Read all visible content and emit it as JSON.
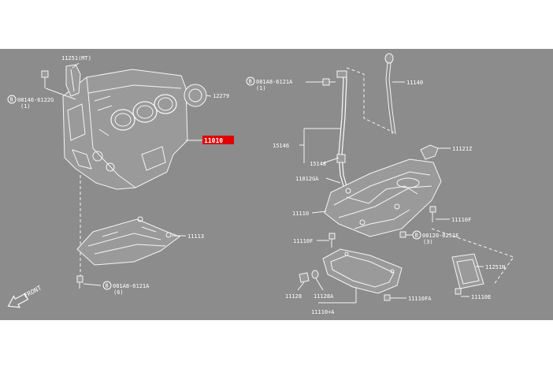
{
  "diagram": {
    "highlight_color": "#e00000",
    "panel_color": "#8c8c8c",
    "labels": {
      "p11251mt": "11251(MT)",
      "b0814": "08146-6122G",
      "b0814_qty": "(1)",
      "p12279": "12279",
      "p11010": "11010",
      "p11113": "11113",
      "b081a8_low": "081A8-6121A",
      "b081a8_low_qty": "(6)",
      "front": "FRONT",
      "b081a8_top": "081A8-6121A",
      "b081a8_top_qty": "(1)",
      "p11140": "11140",
      "p15146": "15146",
      "p15148": "15148",
      "p11012ga": "11012GA",
      "p11121z": "11121Z",
      "p11110": "11110",
      "p11110f_a": "11110F",
      "p11110f_b": "11110F",
      "b08120": "08120-8251E",
      "b08120_qty": "(3)",
      "p11251n": "11251N",
      "p11128": "11128",
      "p11128a": "11128A",
      "p11110a": "11110+A",
      "p11110fa": "11110FA",
      "p11110e": "11110E",
      "bolt_symbol": "B"
    }
  }
}
